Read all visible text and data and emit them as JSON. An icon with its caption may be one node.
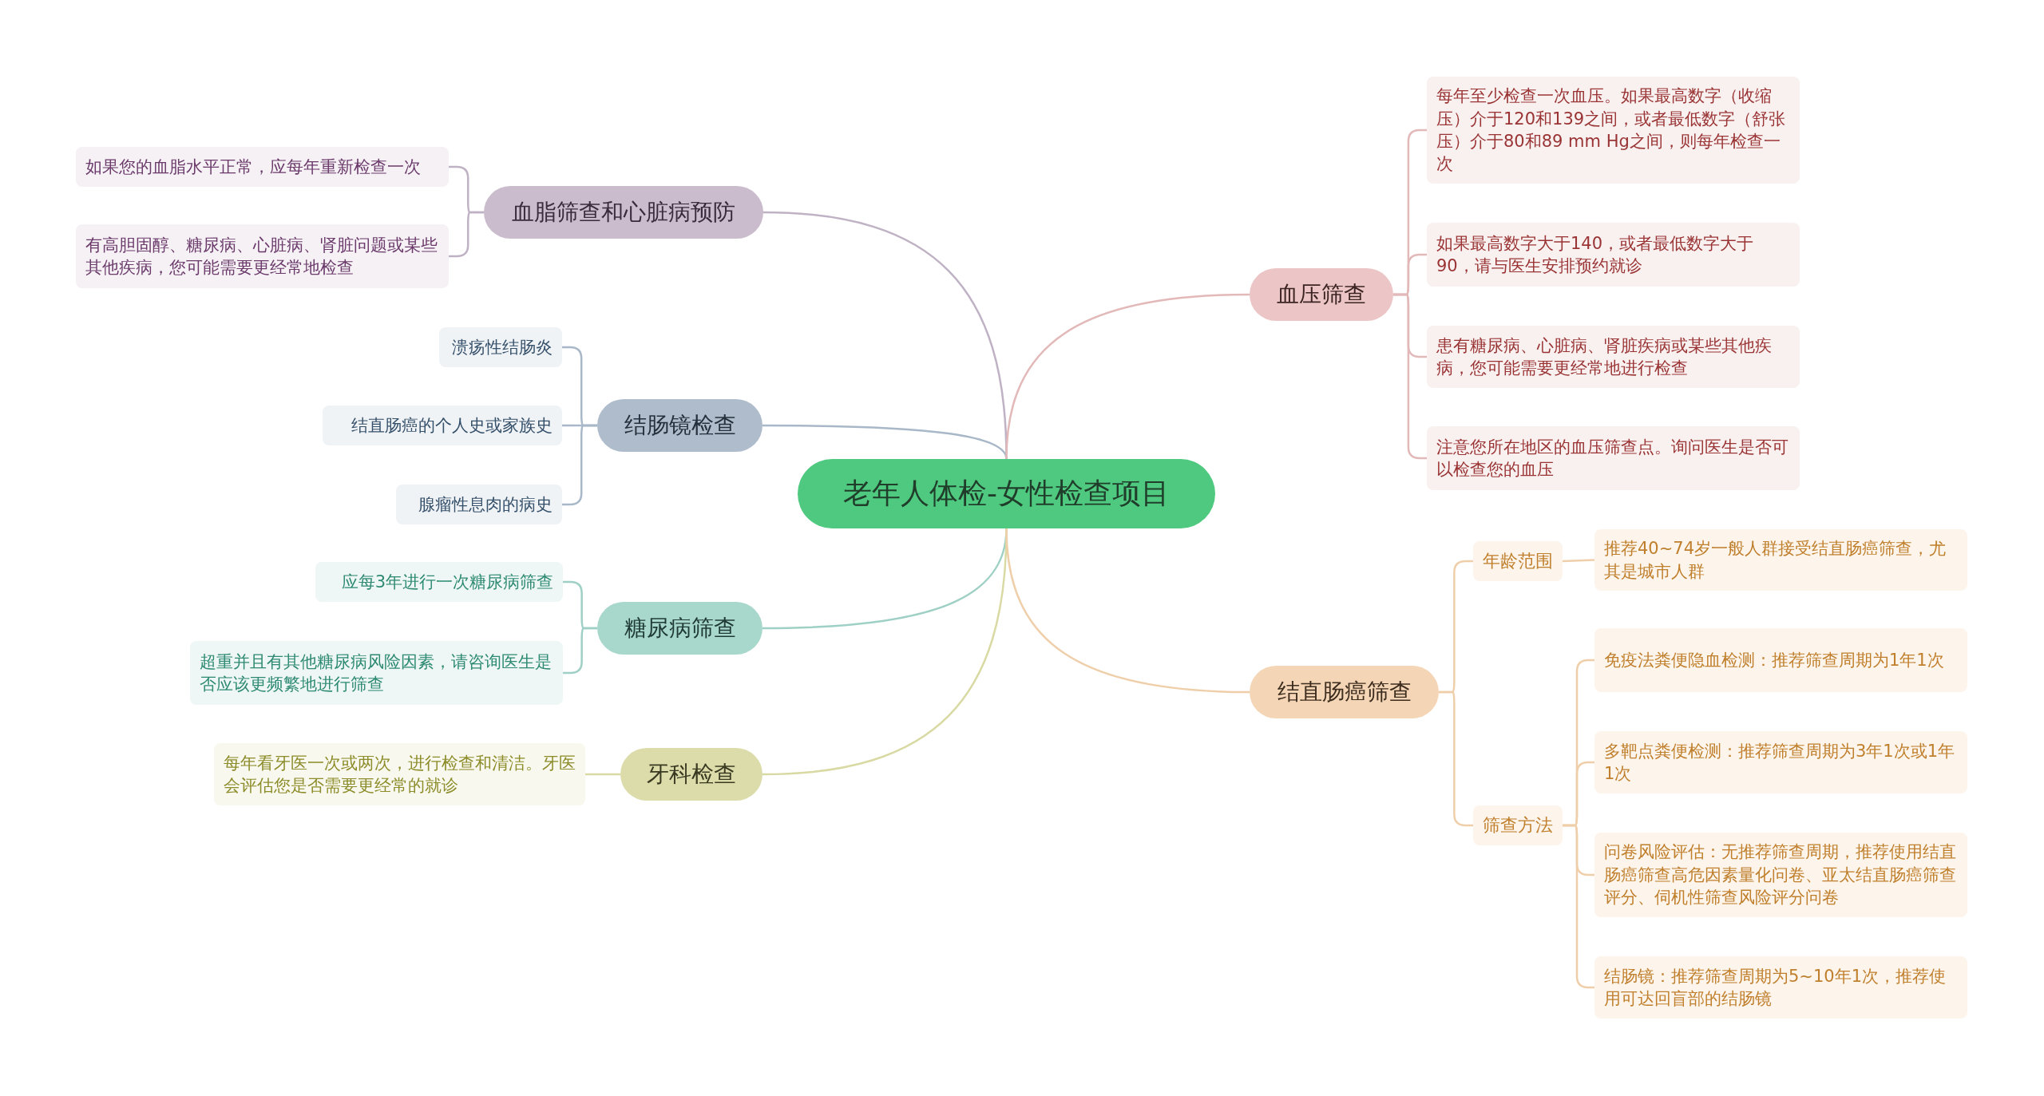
{
  "diagram": {
    "nodes": [
      {
        "text": [
          "老年人体检-女性检查项目"
        ]
      },
      {
        "text": [
          "血脂筛查和心脏病预防"
        ]
      },
      {
        "text": [
          "如果您的血脂水平正常，应每年重新检查一次"
        ]
      },
      {
        "text": [
          "有高胆固醇、糖尿病、心脏病、肾脏问题或某些其他疾病，您可能需要更经常地检查"
        ]
      },
      {
        "text": [
          "结肠镜检查"
        ]
      },
      {
        "text": [
          "溃疡性结肠炎"
        ]
      },
      {
        "text": [
          "结直肠癌的个人史或家族史"
        ]
      },
      {
        "text": [
          "腺瘤性息肉的病史"
        ]
      },
      {
        "text": [
          "糖尿病筛查"
        ]
      },
      {
        "text": [
          "应每3年进行一次糖尿病筛查"
        ]
      },
      {
        "text": [
          "超重并且有其他糖尿病风险因素，请咨询医生是否应该更频繁地进行筛查"
        ]
      },
      {
        "text": [
          "牙科检查"
        ]
      },
      {
        "text": [
          "每年看牙医一次或两次，进行检查和清洁。牙医会评估您是否需要更经常的就诊"
        ]
      },
      {
        "text": [
          "血压筛查"
        ]
      },
      {
        "text": [
          "每年至少检查一次血压。如果最高数字（收缩压）介于120和139之间，或者最低数字（舒张压）介于80和89 mm Hg之间，则每年检查一次"
        ]
      },
      {
        "text": [
          "如果最高数字大于140，或者最低数字大于90，请与医生安排预约就诊"
        ]
      },
      {
        "text": [
          "患有糖尿病、心脏病、肾脏疾病或某些其他疾病，您可能需要更经常地进行检查"
        ]
      },
      {
        "text": [
          "注意您所在地区的血压筛查点。询问医生是否可以检查您的血压"
        ]
      },
      {
        "text": [
          "结直肠癌筛查"
        ]
      },
      {
        "text": [
          "年龄范围"
        ]
      },
      {
        "text": [
          "推荐40~74岁一般人群接受结直肠癌筛查，尤其是城市人群"
        ]
      },
      {
        "text": [
          "筛查方法"
        ]
      },
      {
        "text": [
          "免疫法粪便隐血检测：推荐筛查周期为1年1次"
        ]
      },
      {
        "text": [
          "多靶点粪便检测：推荐筛查周期为3年1次或1年1次"
        ]
      },
      {
        "text": [
          "问卷风险评估：无推荐筛查周期，推荐使用结直肠癌筛查高危因素量化问卷、亚太结直肠癌筛查评分、伺机性筛查风险评分问卷"
        ]
      },
      {
        "text": [
          "结肠镜：推荐筛查周期为5~10年1次，推荐使用可达回盲部的结肠镜"
        ]
      }
    ],
    "edges": [
      {
        "from": 0,
        "to": 1,
        "arrow": "none",
        "color": "#bfb2c4"
      },
      {
        "from": 0,
        "to": 4,
        "arrow": "none",
        "color": "#a9b8c8"
      },
      {
        "from": 0,
        "to": 8,
        "arrow": "none",
        "color": "#9fd0c5"
      },
      {
        "from": 0,
        "to": 11,
        "arrow": "none",
        "color": "#d9d9a3"
      },
      {
        "from": 0,
        "to": 13,
        "arrow": "none",
        "color": "#e3b8b8"
      },
      {
        "from": 0,
        "to": 18,
        "arrow": "none",
        "color": "#efcfaa"
      },
      {
        "from": 1,
        "to": 2,
        "arrow": "none",
        "color": "#bfb2c4"
      },
      {
        "from": 1,
        "to": 3,
        "arrow": "none",
        "color": "#bfb2c4"
      },
      {
        "from": 4,
        "to": 5,
        "arrow": "none",
        "color": "#a9b8c8"
      },
      {
        "from": 4,
        "to": 6,
        "arrow": "none",
        "color": "#a9b8c8"
      },
      {
        "from": 4,
        "to": 7,
        "arrow": "none",
        "color": "#a9b8c8"
      },
      {
        "from": 8,
        "to": 9,
        "arrow": "none",
        "color": "#9fd0c5"
      },
      {
        "from": 8,
        "to": 10,
        "arrow": "none",
        "color": "#9fd0c5"
      },
      {
        "from": 11,
        "to": 12,
        "arrow": "none",
        "color": "#d9d9a3"
      },
      {
        "from": 13,
        "to": 14,
        "arrow": "none",
        "color": "#e3b8b8"
      },
      {
        "from": 13,
        "to": 15,
        "arrow": "none",
        "color": "#e3b8b8"
      },
      {
        "from": 13,
        "to": 16,
        "arrow": "none",
        "color": "#e3b8b8"
      },
      {
        "from": 13,
        "to": 17,
        "arrow": "none",
        "color": "#e3b8b8"
      },
      {
        "from": 18,
        "to": 19,
        "arrow": "none",
        "color": "#efcfaa"
      },
      {
        "from": 18,
        "to": 21,
        "arrow": "none",
        "color": "#efcfaa"
      },
      {
        "from": 19,
        "to": 20,
        "arrow": "none",
        "color": "#efcfaa"
      },
      {
        "from": 21,
        "to": 22,
        "arrow": "none",
        "color": "#efcfaa"
      },
      {
        "from": 21,
        "to": 23,
        "arrow": "none",
        "color": "#efcfaa"
      },
      {
        "from": 21,
        "to": 24,
        "arrow": "none",
        "color": "#efcfaa"
      },
      {
        "from": 21,
        "to": 25,
        "arrow": "none",
        "color": "#efcfaa"
      }
    ]
  }
}
